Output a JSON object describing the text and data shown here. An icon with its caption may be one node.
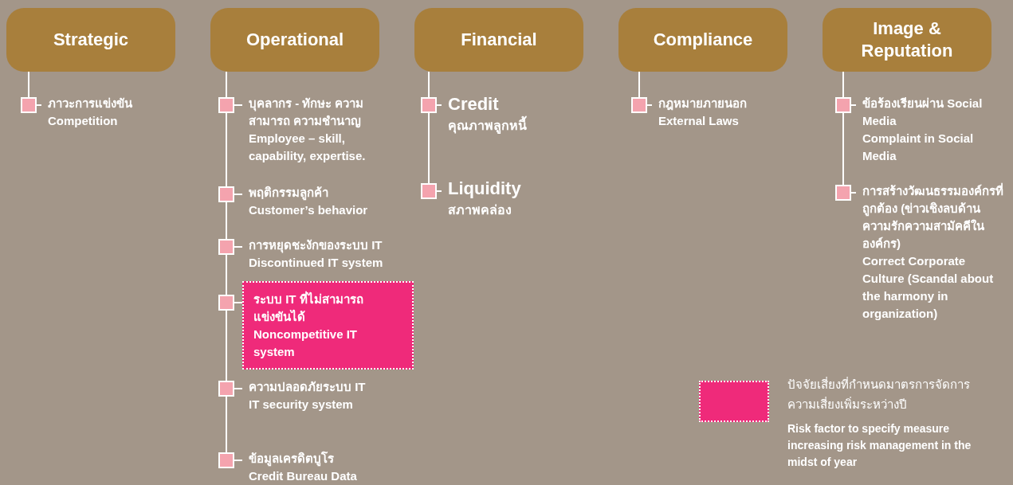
{
  "diagram": {
    "nodes": [
      {
        "text": [
          "Strategic"
        ]
      },
      {
        "text": [
          "ภาวะการแข่งขัน",
          "Competition"
        ]
      },
      {
        "text": [
          "Operational"
        ]
      },
      {
        "text": [
          "บุคลากร - ทักษะ ความสามารถ ความชำนาญ",
          "Employee – skill, capability, expertise."
        ]
      },
      {
        "text": [
          "พฤติกรรมลูกค้า",
          "Customer’s behavior"
        ]
      },
      {
        "text": [
          "การหยุดชะงักของระบบ IT",
          "Discontinued IT system"
        ]
      },
      {
        "text": [
          "ระบบ IT ที่ไม่สามารถแข่งขันได้",
          "Noncompetitive IT system"
        ]
      },
      {
        "text": [
          "ความปลอดภัยระบบ IT",
          "IT security system"
        ]
      },
      {
        "text": [
          "ข้อมูลเครดิตบูโร",
          "Credit Bureau Data"
        ]
      },
      {
        "text": [
          "Financial"
        ]
      },
      {
        "text": [
          "Credit",
          "คุณภาพลูกหนี้"
        ]
      },
      {
        "text": [
          "Liquidity",
          "สภาพคล่อง"
        ]
      },
      {
        "text": [
          "Compliance"
        ]
      },
      {
        "text": [
          "กฎหมายภายนอก",
          "External Laws"
        ]
      },
      {
        "text": [
          "Image & Reputation"
        ]
      },
      {
        "text": [
          "ข้อร้องเรียนผ่าน Social Media",
          "Complaint in Social Media"
        ]
      },
      {
        "text": [
          "การสร้างวัฒนธรรมองค์กรที่ถูกต้อง (ข่าวเชิงลบด้านความรักความสามัคคีในองค์กร)",
          "Correct Corporate Culture (Scandal about the harmony in organization)"
        ]
      }
    ],
    "edges": [
      {
        "from": 0,
        "to": 1,
        "arrow": "none"
      },
      {
        "from": 2,
        "to": 3,
        "arrow": "none"
      },
      {
        "from": 2,
        "to": 4,
        "arrow": "none"
      },
      {
        "from": 2,
        "to": 5,
        "arrow": "none"
      },
      {
        "from": 2,
        "to": 6,
        "arrow": "none"
      },
      {
        "from": 2,
        "to": 7,
        "arrow": "none"
      },
      {
        "from": 2,
        "to": 8,
        "arrow": "none"
      },
      {
        "from": 9,
        "to": 10,
        "arrow": "none"
      },
      {
        "from": 9,
        "to": 11,
        "arrow": "none"
      },
      {
        "from": 12,
        "to": 13,
        "arrow": "none"
      },
      {
        "from": 14,
        "to": 15,
        "arrow": "none"
      },
      {
        "from": 14,
        "to": 16,
        "arrow": "none"
      }
    ],
    "labels": [
      "Risk factor to specify measure increasing risk management in the midst of year"
    ],
    "legend": [
      {
        "text": "ปัจจัยเสี่ยงที่กำหนดมาตรการจัดการความเสี่ยงเพิ่มระหว่างปี",
        "color": "#ef2a7a"
      }
    ]
  }
}
